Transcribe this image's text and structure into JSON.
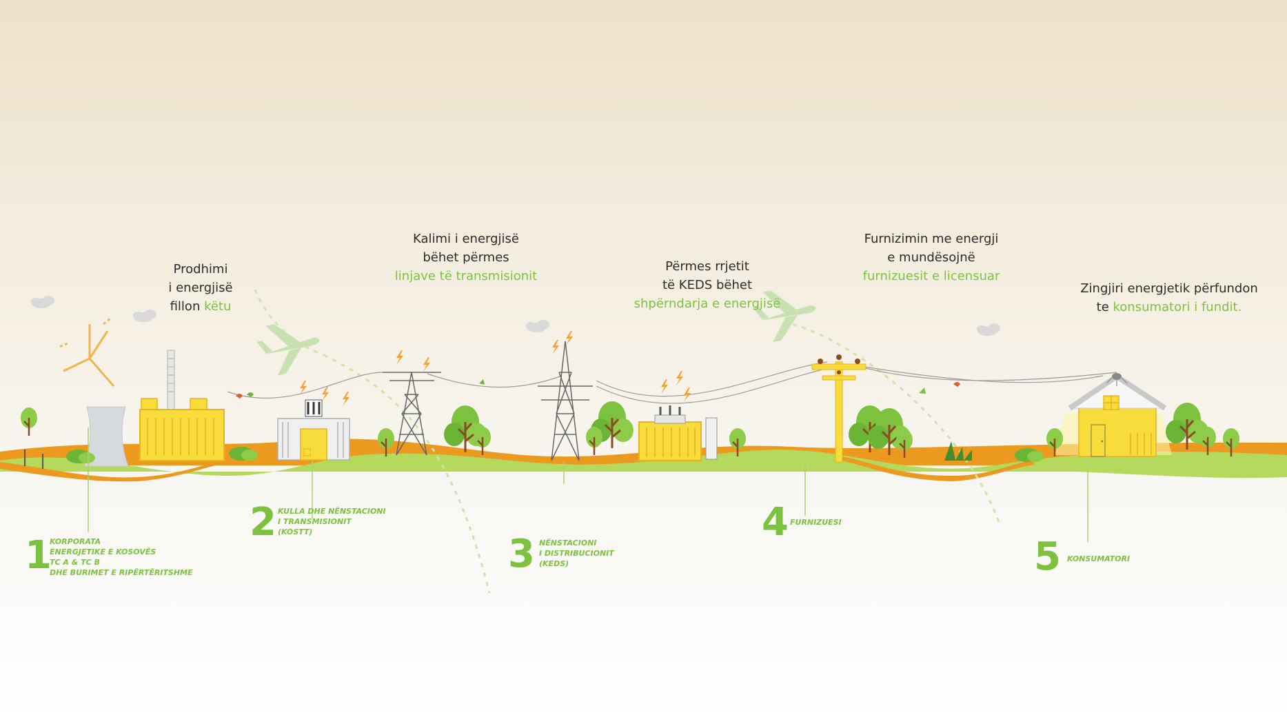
{
  "captions": [
    {
      "lines": [
        "Prodhimi",
        "i energjisë"
      ],
      "prefix": "fillon ",
      "highlight": "këtu",
      "suffix": ""
    },
    {
      "lines": [
        "Kalimi i energjisë",
        "bëhet përmes"
      ],
      "prefix": "",
      "highlight": "linjave të transmisionit",
      "suffix": ""
    },
    {
      "lines": [
        "Përmes rrjetit",
        "të KEDS bëhet"
      ],
      "prefix": "",
      "highlight": "shpërndarja e energjisë",
      "suffix": ""
    },
    {
      "lines": [
        "Furnizimin me energji",
        "e mundësojnë"
      ],
      "prefix": "",
      "highlight": "furnizuesit e licensuar",
      "suffix": ""
    },
    {
      "lines": [
        "Zingjiri energjetik përfundon"
      ],
      "prefix": "te ",
      "highlight": "konsumatori i fundit.",
      "suffix": ""
    }
  ],
  "steps": [
    {
      "number": "1",
      "lines": [
        "KORPORATA",
        "ENERGJETIKE E KOSOVËS",
        "TC A & TC B",
        "DHE BURIMET E RIPËRTËRITSHME"
      ]
    },
    {
      "number": "2",
      "lines": [
        "KULLA DHE NËNSTACIONI",
        "I TRANSMISIONIT",
        "(KOSTT)"
      ]
    },
    {
      "number": "3",
      "lines": [
        "NËNSTACIONI",
        "I DISTRIBUCIONIT",
        "(KEDS)"
      ]
    },
    {
      "number": "4",
      "lines": [
        "FURNIZUESI"
      ]
    },
    {
      "number": "5",
      "lines": [
        "KONSUMATORI"
      ]
    }
  ],
  "icons": {
    "solar": "solar-panel-icon",
    "wind": "wind-turbine-icon",
    "cooling": "cooling-tower-icon",
    "plant": "power-plant-icon",
    "substation": "transmission-substation-icon",
    "pylon": "transmission-tower-icon",
    "distribution": "distribution-substation-icon",
    "pole": "utility-pole-icon",
    "house": "house-icon",
    "plane": "airplane-icon",
    "tree": "tree-icon",
    "bolt": "lightning-bolt-icon",
    "bird": "bird-icon",
    "cloud": "cloud-icon"
  },
  "colors": {
    "accent_green": "#7cc23f",
    "light_green": "#b5d95c",
    "orange": "#eb9a1f",
    "yellow": "#f7dc3c",
    "tree_trunk": "#8a4a22",
    "text": "#2b2b2b"
  }
}
